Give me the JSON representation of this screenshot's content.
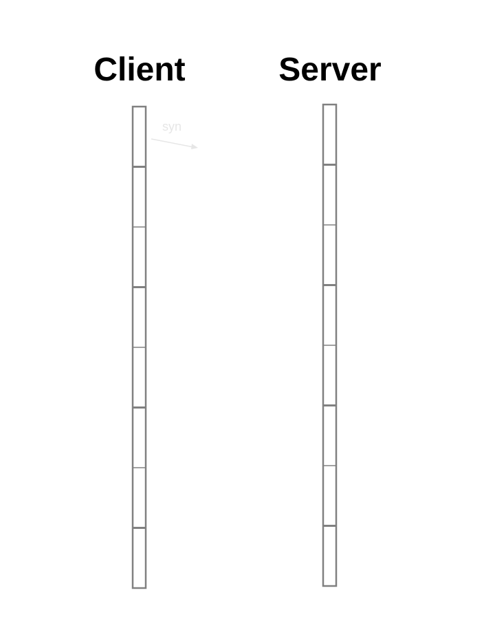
{
  "participants": [
    {
      "id": "client",
      "label": "Client",
      "slot_count": 8
    },
    {
      "id": "server",
      "label": "Server",
      "slot_count": 8
    }
  ],
  "messages": [
    {
      "from": "client",
      "to": "server",
      "label": "syn",
      "faded": true
    }
  ],
  "colors": {
    "background": "#ffffff",
    "heading": "#000000",
    "lifeline_stroke": "#808080",
    "lifeline_divider": "#808080",
    "message_faded": "#e6e6e6"
  }
}
